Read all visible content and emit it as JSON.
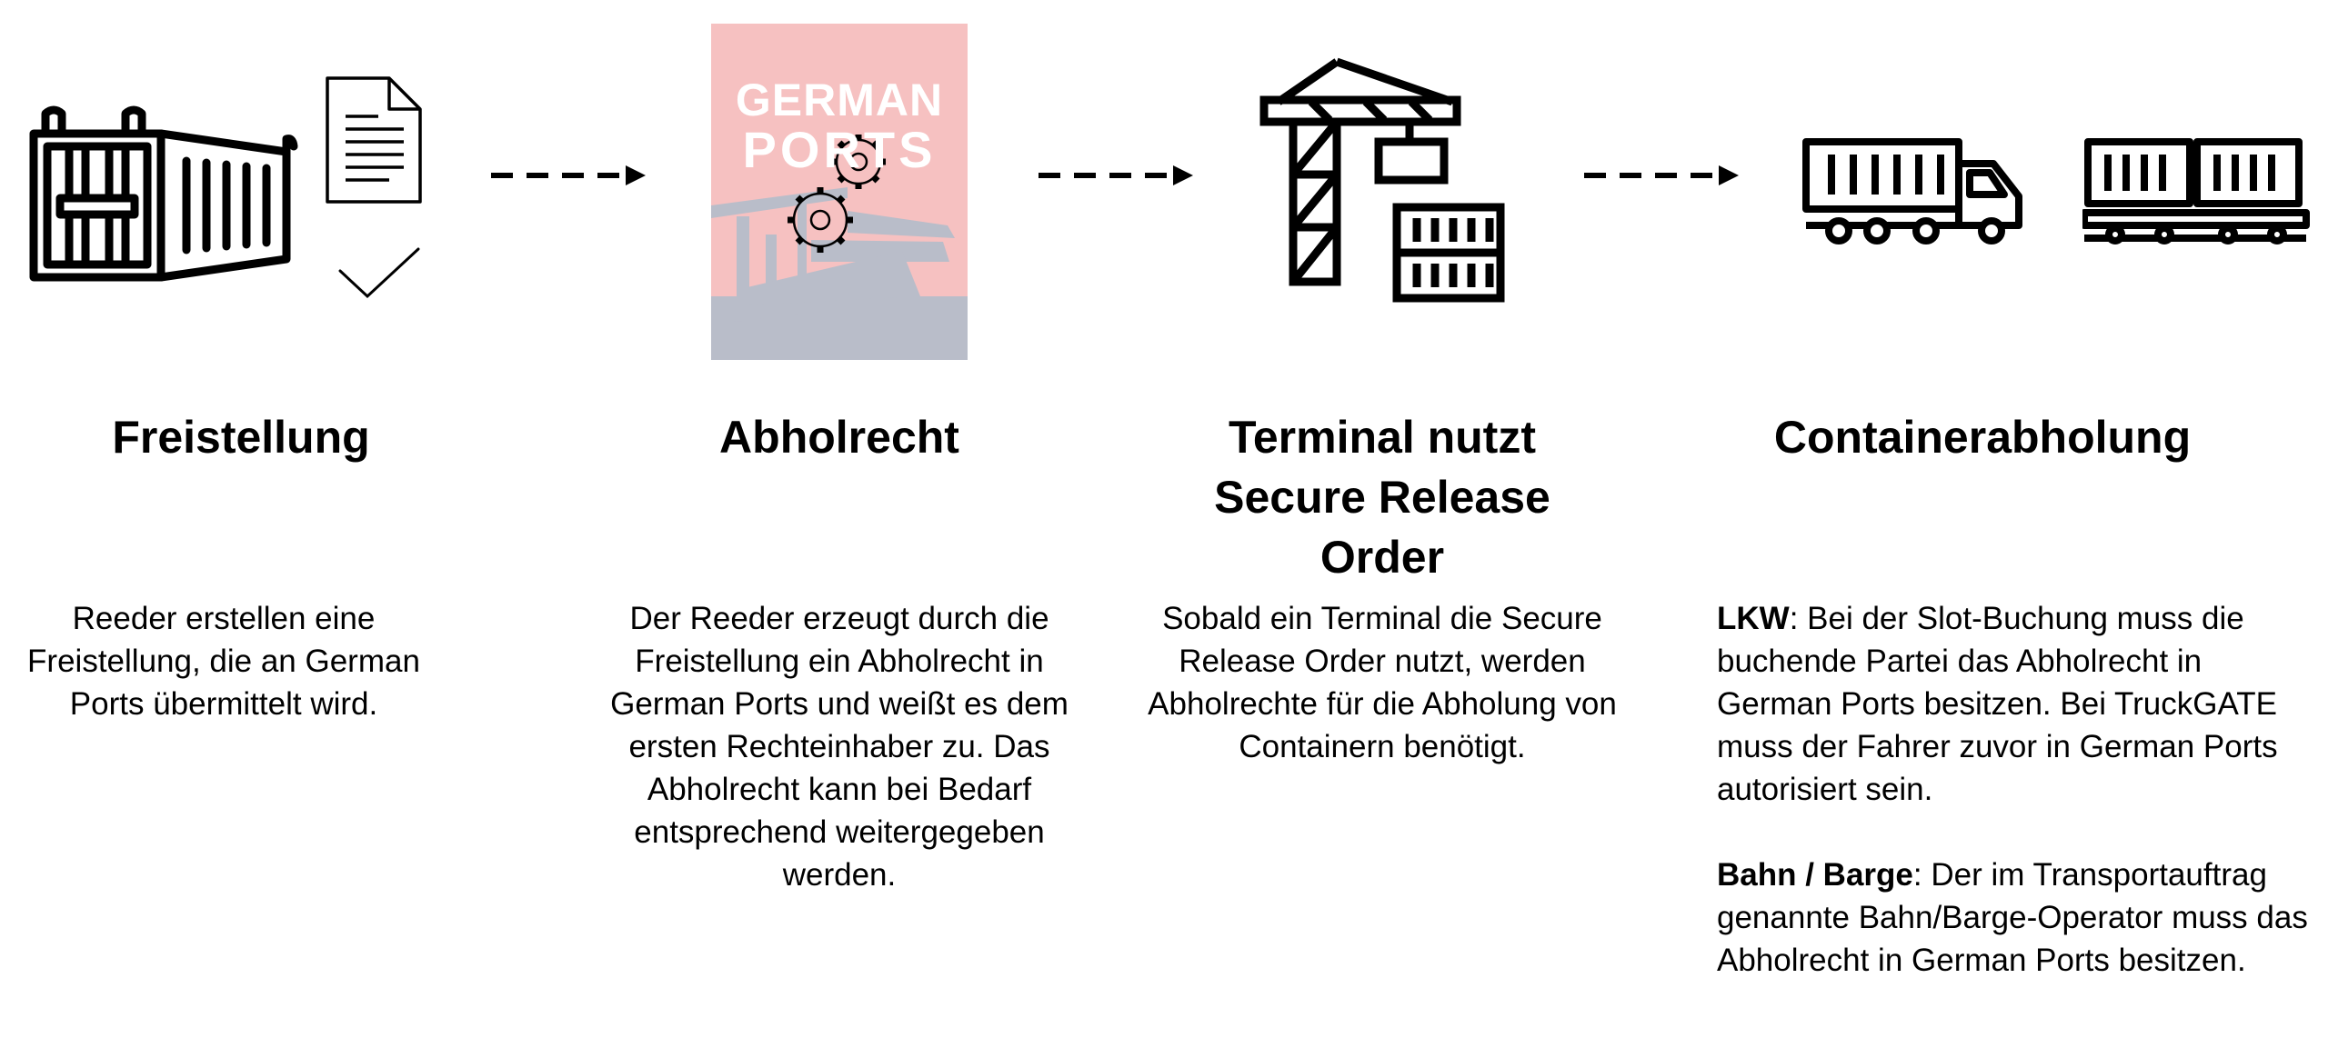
{
  "colors": {
    "ink": "#000000",
    "logo_background": "#f6c1c1",
    "logo_silhouette": "#b9bdc9",
    "logo_text": "#ffffff"
  },
  "logo": {
    "line1": "GERMAN",
    "line2": "PORTS"
  },
  "steps": [
    {
      "title": "Freistellung",
      "icon": "shipping-container-with-document-check-icon",
      "description": "Reeder erstellen eine Freistellung, die an German Ports übermittelt wird."
    },
    {
      "title": "Abholrecht",
      "icon": "german-ports-logo-icon",
      "description": "Der Reeder erzeugt durch die Freistellung ein Abholrecht in German Ports und weißt es dem ersten Rechteinhaber zu. Das Abholrecht kann bei Bedarf entsprechend weitergegeben werden."
    },
    {
      "title": "Terminal nutzt\nSecure Release\nOrder",
      "icon": "crane-with-containers-icon",
      "description": "Sobald ein Terminal die Secure Release Order nutzt, werden Abholrechte für die Abholung von Containern benötigt."
    },
    {
      "title": "Containerabholung",
      "icon": "truck-and-train-icon",
      "truck": {
        "label": "LKW",
        "text": ": Bei der Slot-Buchung muss die buchende Partei das Abholrecht in German Ports besitzen. Bei TruckGATE muss der Fahrer zuvor in German Ports autorisiert sein."
      },
      "rail": {
        "label": "Bahn / Barge",
        "text": ": Der im Transportauftrag genannte Bahn/Barge-Operator muss das Abholrecht in German Ports besitzen."
      }
    }
  ],
  "connectors": [
    "dashed-arrow-icon",
    "dashed-arrow-icon",
    "dashed-arrow-icon"
  ]
}
